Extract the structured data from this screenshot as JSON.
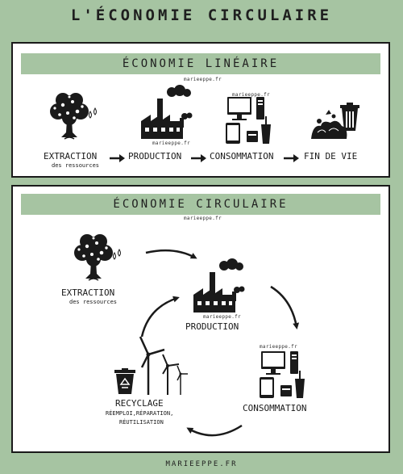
{
  "title": "L'ÉCONOMIE CIRCULAIRE",
  "footer": "MARIEEPPE.FR",
  "linear": {
    "heading": "ÉCONOMIE LINÉAIRE",
    "credit": "marieeppe.fr",
    "stages": {
      "extraction": "EXTRACTION",
      "extraction_sub": "des ressources",
      "production": "PRODUCTION",
      "production_credit": "marieeppe.fr",
      "consommation": "CONSOMMATION",
      "consommation_credit": "marieeppe.fr",
      "fin_de_vie": "FIN DE VIE"
    }
  },
  "circular": {
    "heading": "ÉCONOMIE CIRCULAIRE",
    "credit": "marieeppe.fr",
    "stages": {
      "extraction": "EXTRACTION",
      "extraction_sub": "des ressources",
      "production": "PRODUCTION",
      "production_credit": "marieeppe.fr",
      "consommation": "CONSOMMATION",
      "consommation_credit": "marieeppe.fr",
      "recyclage": "RECYCLAGE",
      "recyclage_sub1": "RÉEMPLOI,RÉPARATION,",
      "recyclage_sub2": "RÉUTILISATION"
    }
  },
  "colors": {
    "background_green": "#a6c4a2",
    "ink": "#1a1a1a"
  }
}
